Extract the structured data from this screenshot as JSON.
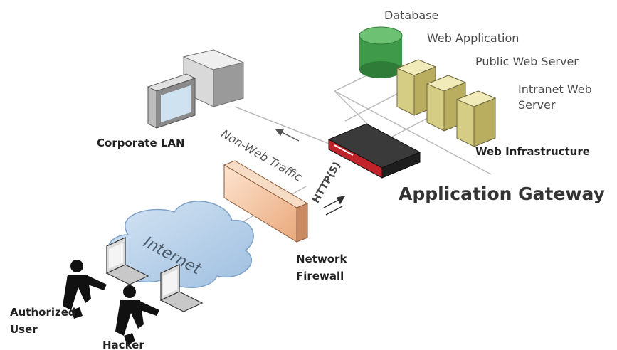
{
  "labels": {
    "database": "Database",
    "web_application": "Web Application",
    "public_web_server": "Public Web Server",
    "intranet_web_server_line1": "Intranet Web",
    "intranet_web_server_line2": "Server",
    "web_infrastructure": "Web Infrastructure",
    "corporate_lan": "Corporate LAN",
    "application_gateway": "Application Gateway",
    "non_web_traffic": "Non-Web Traffic",
    "https": "HTTP(S)",
    "internet": "Internet",
    "network_firewall_line1": "Network",
    "network_firewall_line2": "Firewall",
    "authorized_user_line1": "Authorized",
    "authorized_user_line2": "User",
    "hacker": "Hacker"
  },
  "colors": {
    "database": "#3f9a4a",
    "server": "#d6cd84",
    "gateway": "#2a2a2a",
    "gateway_accent": "#c0242a",
    "firewall": "#f2c9a6",
    "cloud": "#b9d2ea"
  }
}
